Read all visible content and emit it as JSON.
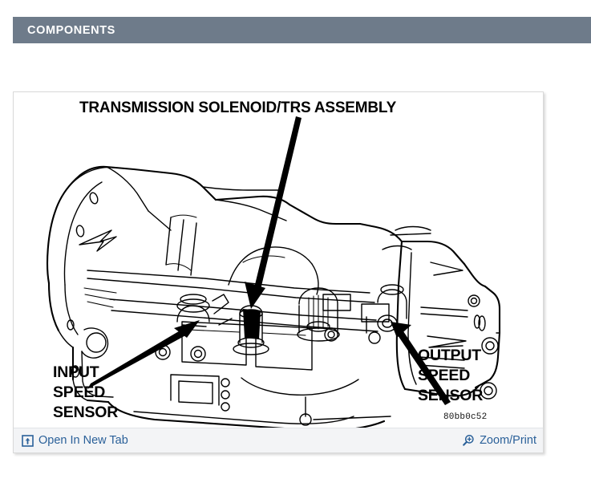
{
  "header": {
    "title": "COMPONENTS",
    "bar_color": "#6e7b8a",
    "text_color": "#ffffff"
  },
  "panel": {
    "border_color": "#d9d9d9",
    "background": "#ffffff"
  },
  "diagram": {
    "type": "automotive-line-drawing",
    "subject": "Automatic transmission assembly",
    "title_label": "TRANSMISSION SOLENOID/TRS ASSEMBLY",
    "callouts": [
      {
        "name": "transmission-solenoid-trs-assembly",
        "lines": [
          "TRANSMISSION SOLENOID/TRS ASSEMBLY"
        ],
        "position": "top-center",
        "arrow": "points down-left to solenoid connector on valve body"
      },
      {
        "name": "input-speed-sensor",
        "lines": [
          "INPUT",
          "SPEED",
          "SENSOR"
        ],
        "position": "bottom-left",
        "arrow": "points up-right to sensor on case"
      },
      {
        "name": "output-speed-sensor",
        "lines": [
          "OUTPUT",
          "SPEED",
          "SENSOR"
        ],
        "position": "bottom-right",
        "arrow": "points up-left to sensor at tail housing"
      }
    ],
    "input_speed_sensor_line1": "INPUT",
    "input_speed_sensor_line2": "SPEED",
    "input_speed_sensor_line3": "SENSOR",
    "output_speed_sensor_line1": "OUTPUT",
    "output_speed_sensor_line2": "SPEED",
    "output_speed_sensor_line3": "SENSOR",
    "figure_code": "80bb0c52"
  },
  "footer": {
    "open_new_tab": {
      "label": "Open In New Tab",
      "icon": "open-in-new-tab-icon",
      "color": "#2a6099"
    },
    "zoom_print": {
      "label": "Zoom/Print",
      "icon": "magnifier-plus-icon",
      "color": "#2a6099"
    },
    "background": "#f3f4f6"
  }
}
